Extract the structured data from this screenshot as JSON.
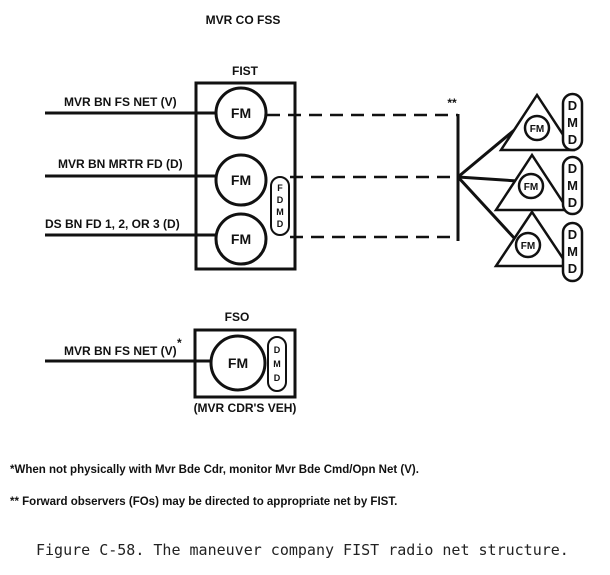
{
  "diagram": {
    "top_title": "MVR CO FSS",
    "fist": {
      "label": "FIST",
      "radios": [
        "FM",
        "FM",
        "FM"
      ],
      "digital_device": [
        "F",
        "D",
        "M",
        "D"
      ]
    },
    "nets": [
      "MVR BN FS NET (V)",
      "MVR BN MRTR FD (D)",
      "DS BN FD 1, 2, OR 3 (D)"
    ],
    "fo_marker": "**",
    "forward_observers": [
      {
        "radio": "FM",
        "device": [
          "D",
          "M",
          "D"
        ]
      },
      {
        "radio": "FM",
        "device": [
          "D",
          "M",
          "D"
        ]
      },
      {
        "radio": "FM",
        "device": [
          "D",
          "M",
          "D"
        ]
      }
    ],
    "fso": {
      "label": "FSO",
      "net": "MVR BN FS NET (V)",
      "net_marker": "*",
      "radio": "FM",
      "device": [
        "D",
        "M",
        "D"
      ],
      "vehicle": "(MVR CDR'S VEH)"
    },
    "footnotes": [
      "*When not physically with Mvr Bde Cdr, monitor Mvr Bde Cmd/Opn Net (V).",
      "** Forward observers (FOs) may be directed to appropriate net by FIST."
    ]
  },
  "caption": "Figure C-58. The maneuver company FIST radio net structure."
}
